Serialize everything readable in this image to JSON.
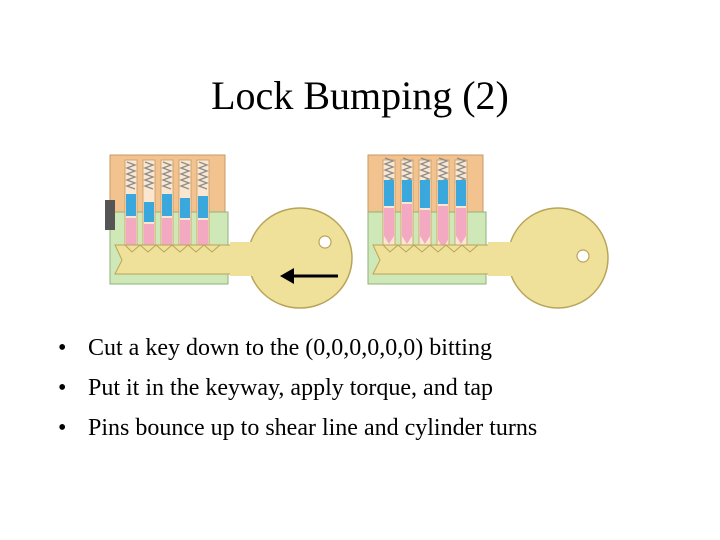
{
  "slide": {
    "title": "Lock Bumping (2)",
    "bullets": [
      "Cut a key down to the (0,0,0,0,0,0) bitting",
      "Put it in the keyway, apply torque, and tap",
      "Pins bounce up to shear line and cylinder turns"
    ]
  },
  "illustration": {
    "panels": [
      "lock-before-bump",
      "lock-after-bump"
    ],
    "colors": {
      "housing": "#f3c38f",
      "plug": "#cfe8b8",
      "driver_pin": "#3aa8dc",
      "key_pin": "#f3a9c2",
      "key": "#efe09a",
      "spring": "#9a9a9a",
      "arrow": "#000000"
    },
    "icons": [
      "spring-icon",
      "arrow-left-icon"
    ]
  }
}
